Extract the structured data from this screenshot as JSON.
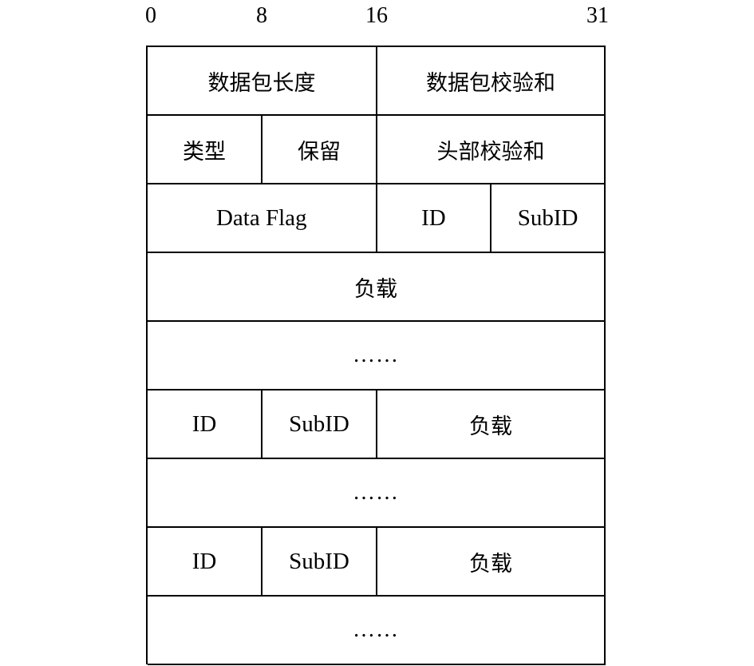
{
  "bit_labels": {
    "b0": "0",
    "b8": "8",
    "b16": "16",
    "b31": "31"
  },
  "rows": {
    "r1": {
      "packet_length": "数据包长度",
      "packet_checksum": "数据包校验和"
    },
    "r2": {
      "type": "类型",
      "reserved": "保留",
      "header_checksum": "头部校验和"
    },
    "r3": {
      "data_flag": "Data Flag",
      "id": "ID",
      "subid": "SubID"
    },
    "r4": {
      "payload": "负载"
    },
    "r5": {
      "ellipsis": "……"
    },
    "r6": {
      "id": "ID",
      "subid": "SubID",
      "payload": "负载"
    },
    "r7": {
      "ellipsis": "……"
    },
    "r8": {
      "id": "ID",
      "subid": "SubID",
      "payload": "负载"
    },
    "r9": {
      "ellipsis": "……"
    }
  }
}
